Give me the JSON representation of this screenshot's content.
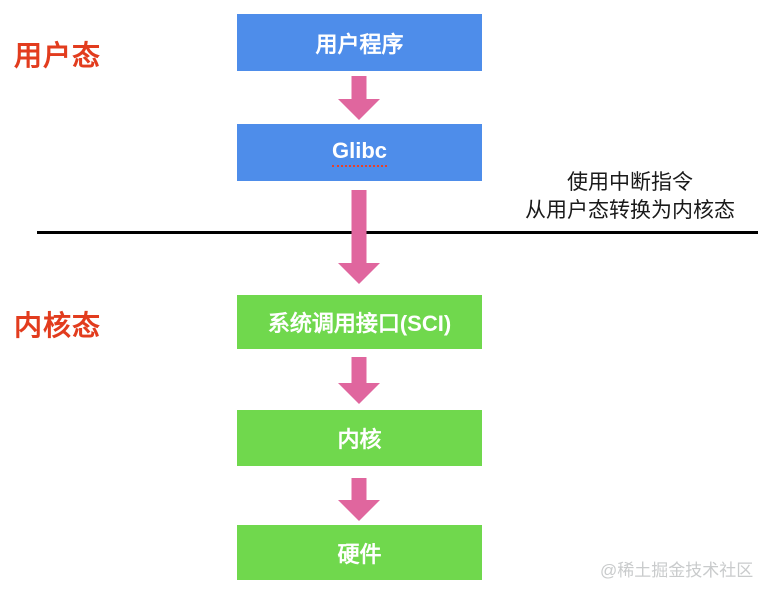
{
  "diagram": {
    "title_context": "user-mode / kernel-mode system call flow",
    "region_labels": {
      "user_mode": "用户态",
      "kernel_mode": "内核态"
    },
    "boxes": [
      {
        "label": "用户程序",
        "zone": "user"
      },
      {
        "label": "Glibc",
        "zone": "user"
      },
      {
        "label": "系统调用接口(SCI)",
        "zone": "kernel"
      },
      {
        "label": "内核",
        "zone": "kernel"
      },
      {
        "label": "硬件",
        "zone": "kernel"
      }
    ],
    "transition_note": {
      "line1": "使用中断指令",
      "line2": "从用户态转换为内核态"
    },
    "watermark": "@稀土掘金技术社区"
  },
  "colors": {
    "user-box-blue": "#4e8dea",
    "kernel-box-green": "#70d84d",
    "arrow-pink": "#e0669e",
    "label-red": "#e23c1e",
    "divider-black": "#000000",
    "watermark-gray": "#c9cbcc"
  }
}
